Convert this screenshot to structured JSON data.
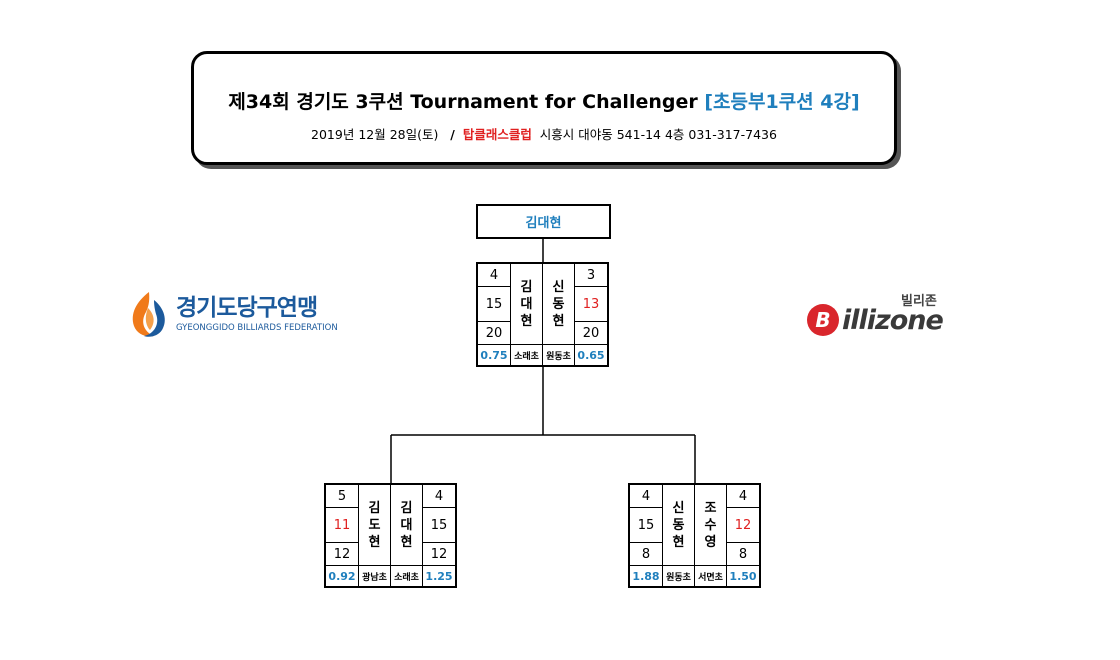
{
  "header": {
    "title_main": "제34회 경기도 3쿠션 Tournament for Challenger",
    "title_accent": "[초등부1쿠션 4강]",
    "date": "2019년 12월 28일(토)",
    "separator": "/",
    "venue": "탑클래스클럽",
    "address": "시흥시 대야동 541-14 4층 031-317-7436"
  },
  "winner": "김대현",
  "logos": {
    "left_ko": "경기도당구연맹",
    "left_en": "GYEONGGIDO BILLIARDS FEDERATION",
    "right_ko": "빌리존",
    "right_brand": "illizone",
    "right_initial": "B"
  },
  "colors": {
    "accent": "#1f7fbd",
    "red": "#e02020",
    "logo_blue": "#1c5a9c",
    "logo_orange": "#f07a1a"
  },
  "matches": [
    {
      "id": "final",
      "left": {
        "r1": "4",
        "r2": "15",
        "r3": "20",
        "name": [
          "김",
          "대",
          "현"
        ],
        "avg": "0.75",
        "school": "소래초"
      },
      "right": {
        "r1": "3",
        "r2": "13",
        "r3": "20",
        "name": [
          "신",
          "동",
          "현"
        ],
        "avg": "0.65",
        "school": "원동초"
      }
    },
    {
      "id": "semi-left",
      "left": {
        "r1": "5",
        "r2": "11",
        "r3": "12",
        "name": [
          "김",
          "도",
          "현"
        ],
        "avg": "0.92",
        "school": "광남초"
      },
      "right": {
        "r1": "4",
        "r2": "15",
        "r3": "12",
        "name": [
          "김",
          "대",
          "현"
        ],
        "avg": "1.25",
        "school": "소래초"
      }
    },
    {
      "id": "semi-right",
      "left": {
        "r1": "4",
        "r2": "15",
        "r3": "8",
        "name": [
          "신",
          "동",
          "현"
        ],
        "avg": "1.88",
        "school": "원동초"
      },
      "right": {
        "r1": "4",
        "r2": "12",
        "r3": "8",
        "name": [
          "조",
          "수",
          "영"
        ],
        "avg": "1.50",
        "school": "서면초"
      }
    }
  ]
}
